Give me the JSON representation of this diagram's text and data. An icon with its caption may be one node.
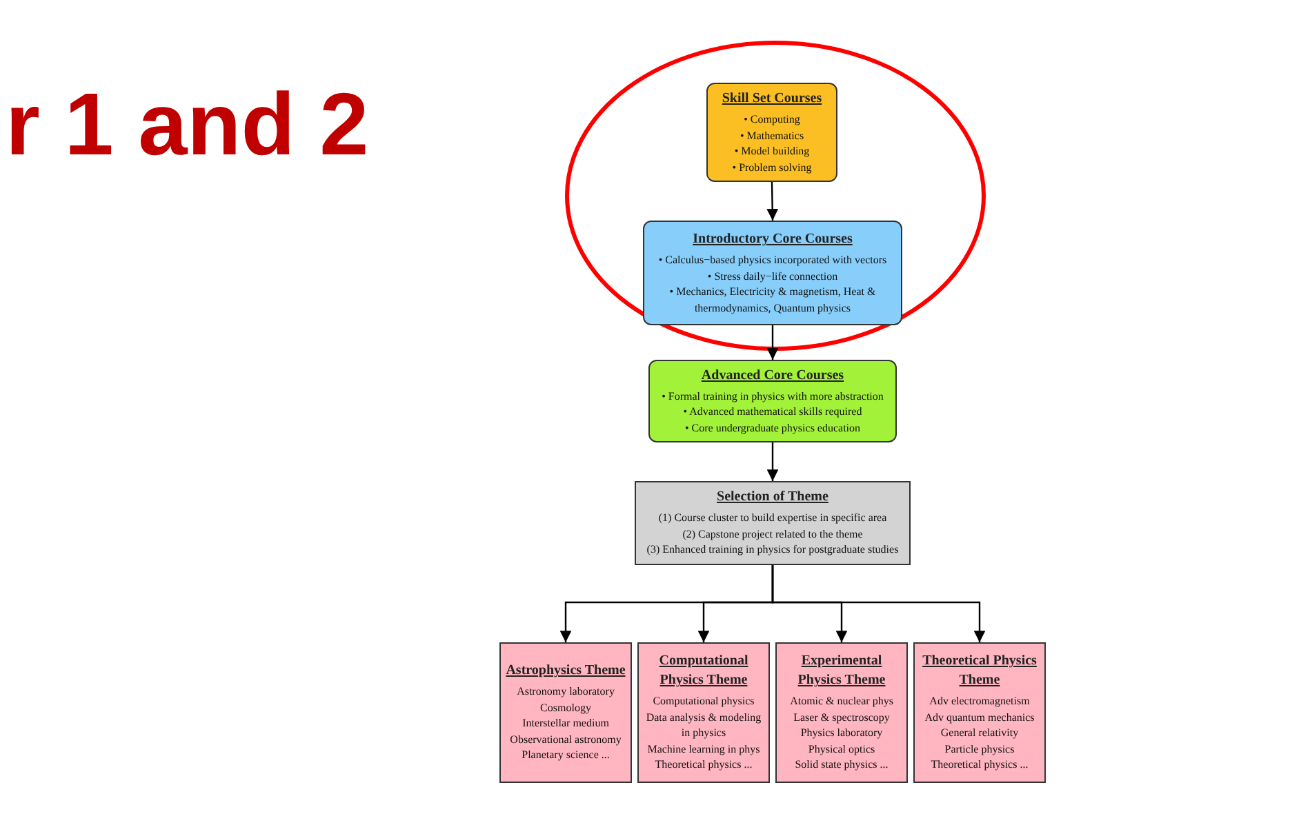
{
  "diagram": {
    "nodes": [
      {
        "text": [
          "Skill Set Courses",
          "• Computing",
          "• Mathematics",
          "• Model building",
          "• Problem solving"
        ]
      },
      {
        "text": [
          "Introductory Core Courses",
          "• Calculus−based physics incorporated with vectors",
          "• Stress daily−life connection",
          "• Mechanics, Electricity & magnetism, Heat & thermodynamics, Quantum physics"
        ]
      },
      {
        "text": [
          "Advanced Core Courses",
          "• Formal training in physics with more abstraction",
          "• Advanced mathematical skills required",
          "• Core undergraduate physics education"
        ]
      },
      {
        "text": [
          "Selection of Theme",
          "(1) Course cluster to build expertise in specific area",
          "(2) Capstone project related to the theme",
          "(3) Enhanced training in physics for postgraduate studies"
        ]
      },
      {
        "text": [
          "Astrophysics Theme",
          "Astronomy laboratory",
          "Cosmology",
          "Interstellar medium",
          "Observational astronomy",
          "Planetary science ..."
        ]
      },
      {
        "text": [
          "Computational Physics Theme",
          "Computational physics",
          "Data analysis & modeling in physics",
          "Machine learning in phys",
          "Theoretical physics ..."
        ]
      },
      {
        "text": [
          "Experimental Physics Theme",
          "Atomic & nuclear phys",
          "Laser & spectroscopy",
          "Physics laboratory",
          "Physical optics",
          "Solid state physics ..."
        ]
      },
      {
        "text": [
          "Theoretical Physics Theme",
          "Adv electromagnetism",
          "Adv quantum mechanics",
          "General relativity",
          "Particle physics",
          "Theoretical physics ..."
        ]
      }
    ],
    "edges": [
      {
        "from": 0,
        "to": 1,
        "arrow": "to"
      },
      {
        "from": 1,
        "to": 2,
        "arrow": "to"
      },
      {
        "from": 2,
        "to": 3,
        "arrow": "to"
      },
      {
        "from": 3,
        "to": 4,
        "arrow": "to"
      },
      {
        "from": 3,
        "to": 5,
        "arrow": "to"
      },
      {
        "from": 3,
        "to": 6,
        "arrow": "to"
      },
      {
        "from": 3,
        "to": 7,
        "arrow": "to"
      }
    ],
    "labels": [
      "r 1 and 2"
    ]
  }
}
